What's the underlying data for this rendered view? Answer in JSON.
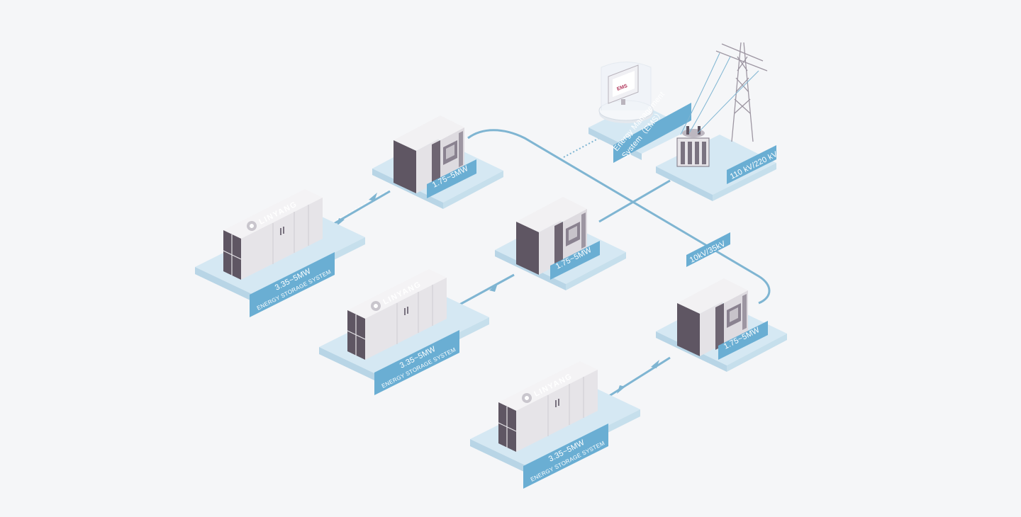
{
  "diagram": {
    "brand": "LINYANG",
    "storage_label_power": "3.35~5MW",
    "storage_label_name": "ENERGY STORAGE SYSTEM",
    "pcs_label": "1.75~5MW",
    "ems_label_line1": "Energy Management",
    "ems_label_line2": "System（EMS）",
    "ems_screen_text": "EMS",
    "mv_label": "10kV/35kV",
    "hv_label": "110 kV/220 kV",
    "colors": {
      "accent": "#6aaed3",
      "platform": "#d5e8f3",
      "platform_edge": "#b8d5e6",
      "cabinet_light": "#e9e7ea",
      "cabinet_dark": "#5f5663",
      "line": "#7fb5d2"
    }
  }
}
